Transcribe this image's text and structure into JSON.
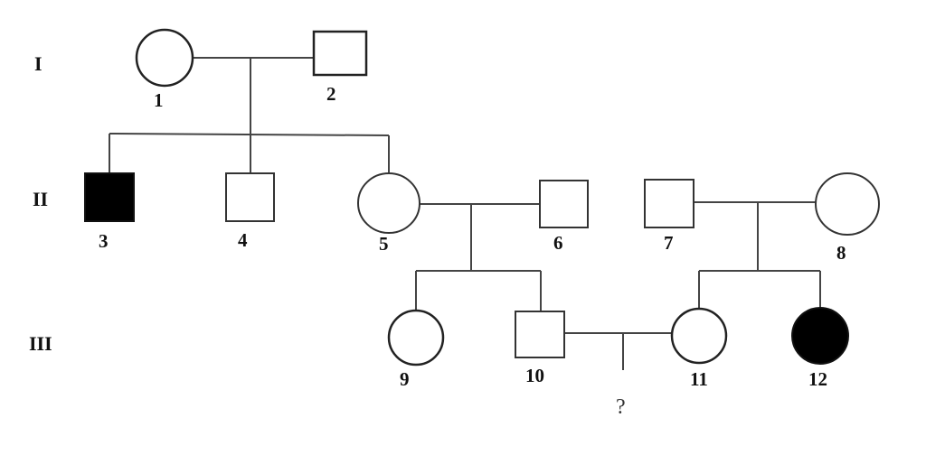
{
  "generations": [
    {
      "id": "gen-1",
      "label": "I"
    },
    {
      "id": "gen-2",
      "label": "II"
    },
    {
      "id": "gen-3",
      "label": "III"
    }
  ],
  "individuals": [
    {
      "id": "1",
      "label": "1",
      "sex": "female",
      "affected": false
    },
    {
      "id": "2",
      "label": "2",
      "sex": "male",
      "affected": false
    },
    {
      "id": "3",
      "label": "3",
      "sex": "male",
      "affected": true
    },
    {
      "id": "4",
      "label": "4",
      "sex": "male",
      "affected": false
    },
    {
      "id": "5",
      "label": "5",
      "sex": "female",
      "affected": false
    },
    {
      "id": "6",
      "label": "6",
      "sex": "male",
      "affected": false
    },
    {
      "id": "7",
      "label": "7",
      "sex": "male",
      "affected": false
    },
    {
      "id": "8",
      "label": "8",
      "sex": "female",
      "affected": false
    },
    {
      "id": "9",
      "label": "9",
      "sex": "female",
      "affected": false
    },
    {
      "id": "10",
      "label": "10",
      "sex": "male",
      "affected": false
    },
    {
      "id": "11",
      "label": "11",
      "sex": "female",
      "affected": false
    },
    {
      "id": "12",
      "label": "12",
      "sex": "female",
      "affected": true
    }
  ],
  "unknown_offspring": {
    "label": "?"
  },
  "colors": {
    "affected": "#000000",
    "unaffected": "#ffffff",
    "line": "#444444"
  }
}
